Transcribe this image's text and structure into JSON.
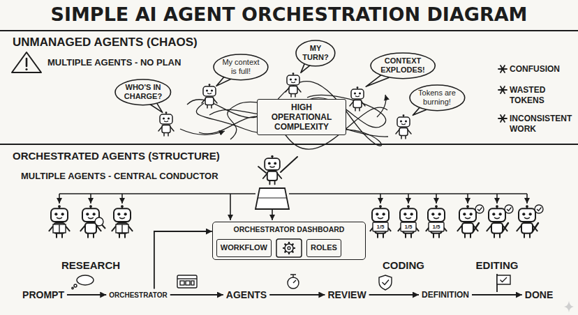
{
  "diagram": {
    "title": "SIMPLE AI AGENT ORCHESTRATION DIAGRAM",
    "nodes": [
      {
        "text": [
          "WHO'S IN CHARGE?"
        ]
      },
      {
        "text": [
          "My context is full!"
        ]
      },
      {
        "text": [
          "MY TURN?"
        ]
      },
      {
        "text": [
          "CONTEXT EXPLODES!"
        ]
      },
      {
        "text": [
          "Tokens are burning!"
        ]
      },
      {
        "text": [
          "HIGH OPERATIONAL COMPLEXITY"
        ]
      },
      {
        "text": [
          "ORCHESTRATOR DASHBOARD"
        ]
      },
      {
        "text": [
          "WORKFLOW"
        ],
        "in": 6
      },
      {
        "text": [
          "ROLES"
        ],
        "in": 6
      },
      {
        "text": [
          "PROMPT"
        ]
      },
      {
        "text": [
          "ORCHESTRATOR"
        ]
      },
      {
        "text": [
          "AGENTS"
        ]
      },
      {
        "text": [
          "REVIEW"
        ]
      },
      {
        "text": [
          "DEFINITION"
        ]
      },
      {
        "text": [
          "DONE"
        ]
      }
    ],
    "edges": [
      {
        "from": 10,
        "to": 6,
        "arrow": "to"
      },
      {
        "from": 9,
        "to": 10,
        "arrow": "to"
      },
      {
        "from": 10,
        "to": 11,
        "arrow": "to"
      },
      {
        "from": 11,
        "to": 12,
        "arrow": "to"
      },
      {
        "from": 12,
        "to": 13,
        "arrow": "to"
      },
      {
        "from": 13,
        "to": 14,
        "arrow": "to"
      }
    ],
    "labels": [
      "UNMANAGED AGENTS (CHAOS)",
      "MULTIPLE AGENTS - NO PLAN",
      "CONFUSION",
      "WASTED TOKENS",
      "INCONSISTENT WORK",
      "ORCHESTRATED AGENTS (STRUCTURE)",
      "MULTIPLE AGENTS - CENTRAL CONDUCTOR",
      "RESEARCH",
      "CODING",
      "EDITING",
      "1/5",
      "1/5",
      "1/5"
    ]
  }
}
